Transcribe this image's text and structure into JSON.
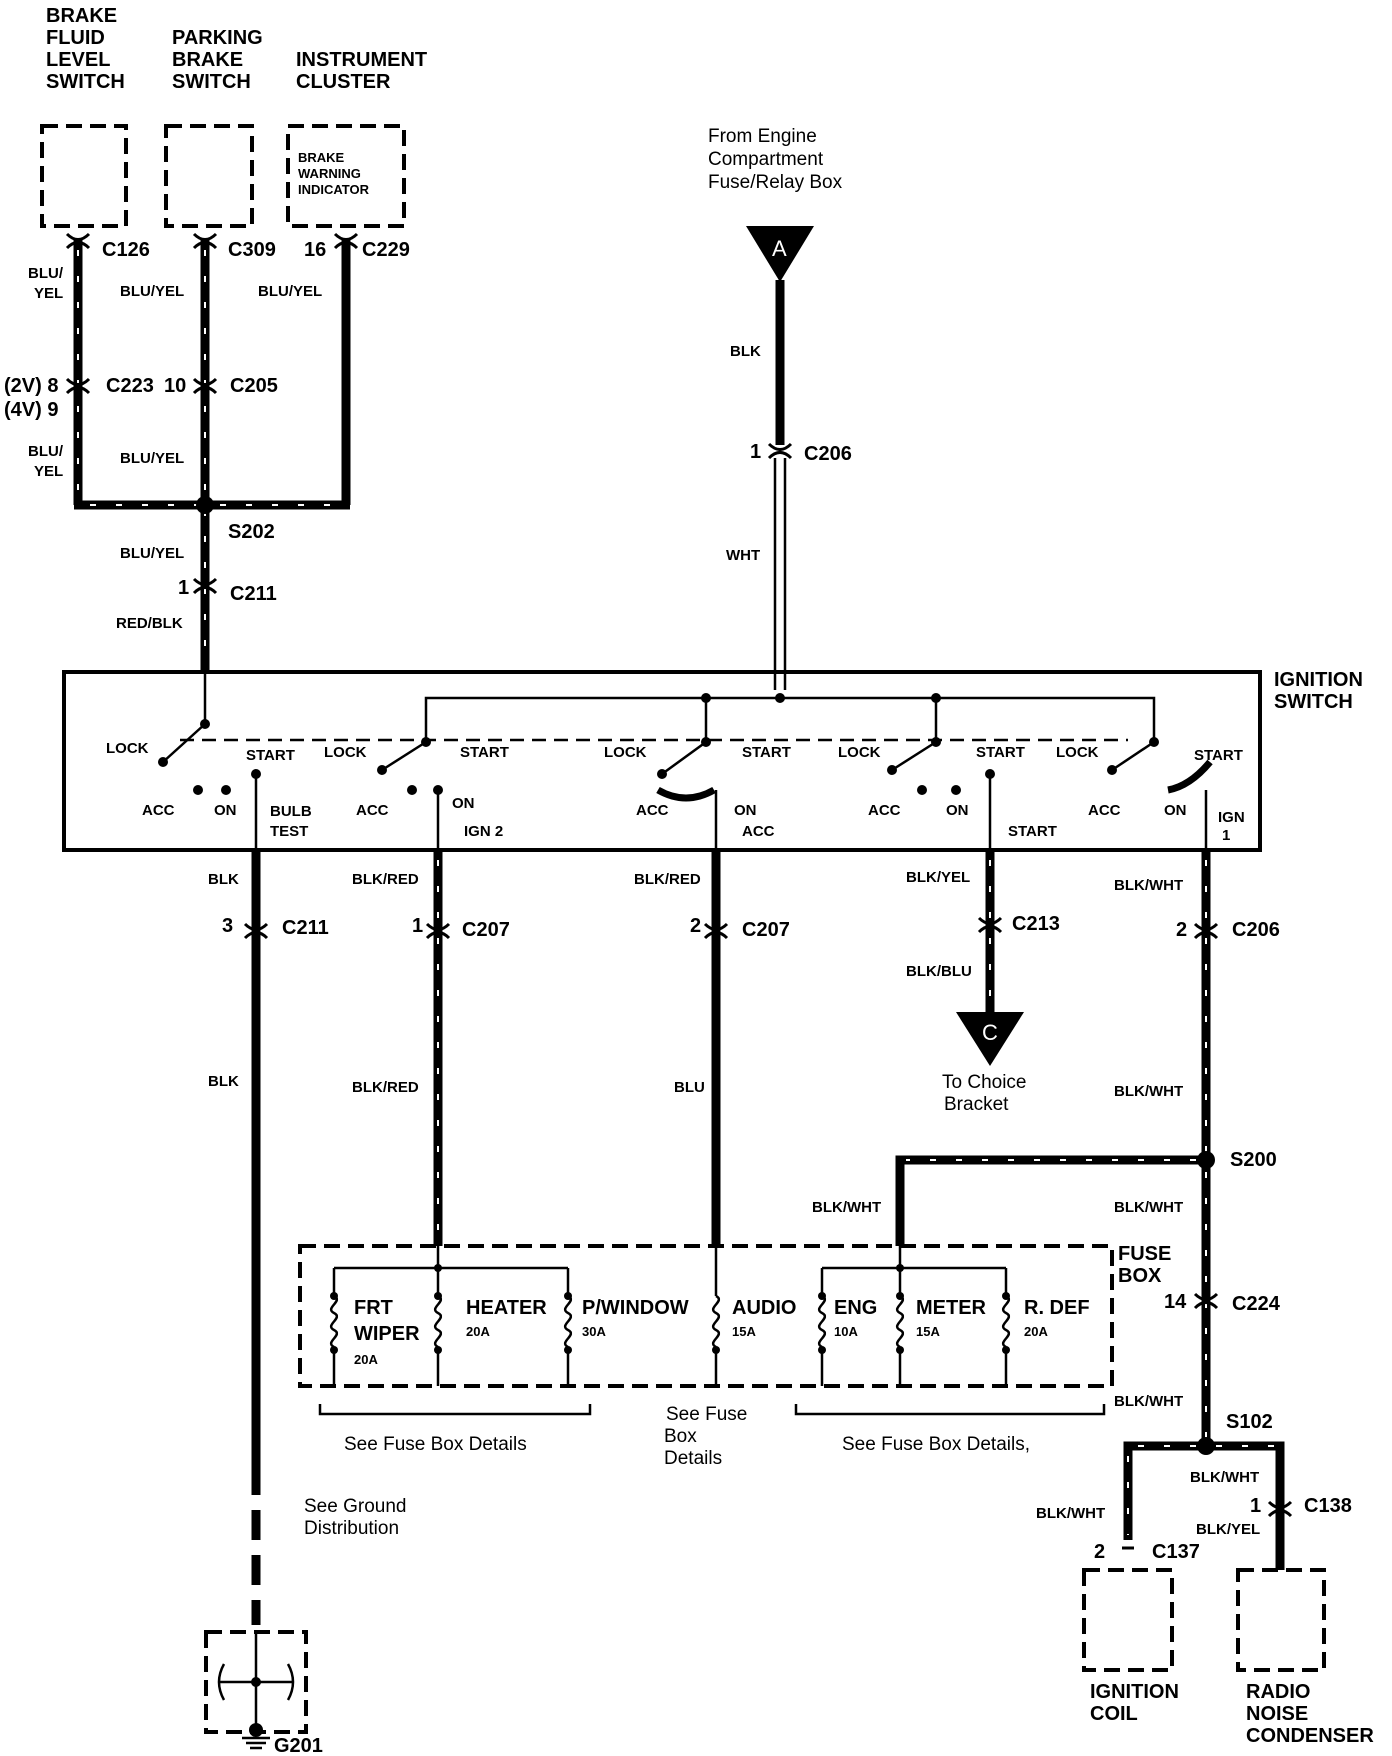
{
  "components": {
    "brake_fluid": [
      "BRAKE",
      "FLUID",
      "LEVEL",
      "SWITCH"
    ],
    "parking_brake": [
      "PARKING",
      "BRAKE",
      "SWITCH"
    ],
    "instrument_cluster": [
      "INSTRUMENT",
      "CLUSTER"
    ],
    "brake_warning": [
      "BRAKE",
      "WARNING",
      "INDICATOR"
    ],
    "ignition_switch": [
      "IGNITION",
      "SWITCH"
    ],
    "fuse_box": [
      "FUSE",
      "BOX"
    ],
    "ignition_coil": [
      "IGNITION",
      "COIL"
    ],
    "radio_noise": [
      "RADIO",
      "NOISE",
      "CONDENSER"
    ],
    "ground": "G201"
  },
  "source_a": {
    "lines": [
      "From Engine",
      "Compartment",
      "Fuse/Relay Box"
    ],
    "symbol": "A"
  },
  "choice_c": {
    "symbol": "C",
    "lines": [
      "To Choice",
      "Bracket"
    ]
  },
  "connectors": {
    "c126": "C126",
    "c309": "C309",
    "c229": "C229",
    "c229_pin": "16",
    "c223": "C223",
    "c223_pin_2v": "(2V) 8",
    "c223_pin_4v": "(4V) 9",
    "c205": "C205",
    "c205_pin": "10",
    "s202": "S202",
    "c211_top": "C211",
    "c211_top_pin": "1",
    "c206_top": "C206",
    "c206_top_pin": "1",
    "c211_bot": "C211",
    "c211_bot_pin": "3",
    "c207_a": "C207",
    "c207_a_pin": "1",
    "c207_b": "C207",
    "c207_b_pin": "2",
    "c213": "C213",
    "c206_bot": "C206",
    "c206_bot_pin": "2",
    "s200": "S200",
    "c224": "C224",
    "c224_pin": "14",
    "s102": "S102",
    "c138": "C138",
    "c138_pin": "1",
    "c137": "C137",
    "c137_pin": "2"
  },
  "wires": {
    "bf_top_a": "BLU/",
    "bf_top_b": "YEL",
    "bf_bot_a": "BLU/",
    "bf_bot_b": "YEL",
    "pb_top": "BLU/YEL",
    "pb_bot": "BLU/YEL",
    "ic": "BLU/YEL",
    "s202_down": "BLU/YEL",
    "red_blk": "RED/BLK",
    "a_blk": "BLK",
    "a_wht": "WHT",
    "bulb_blk1": "BLK",
    "bulb_blk2": "BLK",
    "ign2_1": "BLK/RED",
    "ign2_2": "BLK/RED",
    "acc_1": "BLK/RED",
    "acc_2": "BLU",
    "start_1": "BLK/YEL",
    "start_2": "BLK/BLU",
    "ign1_1": "BLK/WHT",
    "ign1_2": "BLK/WHT",
    "s200_left": "BLK/WHT",
    "s200_down": "BLK/WHT",
    "c224_down": "BLK/WHT",
    "s102_right": "BLK/WHT",
    "s102_left": "BLK/WHT",
    "c138_down": "BLK/YEL"
  },
  "switch": {
    "lock": "LOCK",
    "start": "START",
    "acc": "ACC",
    "on": "ON",
    "bulb_test": [
      "BULB",
      "TEST"
    ],
    "ign2": "IGN 2",
    "on_acc": "ACC",
    "start_out": "START",
    "ign1": [
      "IGN",
      "1"
    ]
  },
  "fuses": [
    {
      "name": [
        "FRT",
        "WIPER"
      ],
      "amp": "20A"
    },
    {
      "name": [
        "HEATER"
      ],
      "amp": "20A"
    },
    {
      "name": [
        "P/WINDOW"
      ],
      "amp": "30A"
    },
    {
      "name": [
        "AUDIO"
      ],
      "amp": "15A"
    },
    {
      "name": [
        "ENG"
      ],
      "amp": "10A"
    },
    {
      "name": [
        "METER"
      ],
      "amp": "15A"
    },
    {
      "name": [
        "R. DEF"
      ],
      "amp": "20A"
    }
  ],
  "notes": {
    "fuse_left": "See Fuse Box Details",
    "fuse_mid": [
      "See Fuse",
      "Box",
      "Details"
    ],
    "fuse_right": "See Fuse Box Details,",
    "ground": [
      "See Ground",
      "Distribution"
    ]
  }
}
